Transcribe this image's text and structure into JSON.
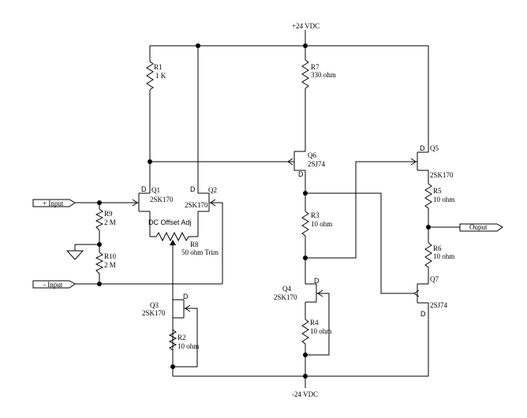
{
  "rails": {
    "positive": "+24 VDC",
    "negative": "-24 VDC"
  },
  "ports": {
    "plus_input": "+ Input",
    "minus_input": "- Input",
    "output": "Ouput"
  },
  "resistors": {
    "r1": {
      "ref": "R1",
      "value": "1 K"
    },
    "r2": {
      "ref": "R2",
      "value": "10 ohm"
    },
    "r3": {
      "ref": "R3",
      "value": "10 ohm"
    },
    "r4": {
      "ref": "R4",
      "value": "10 ohm"
    },
    "r5": {
      "ref": "R5",
      "value": "10 ohm"
    },
    "r6": {
      "ref": "R6",
      "value": "10 ohm"
    },
    "r7": {
      "ref": "R7",
      "value": "330 ohm"
    },
    "r8": {
      "ref": "R8",
      "value": "50 ohm Trim",
      "title": "DC Offset Adj"
    },
    "r9": {
      "ref": "R9",
      "value": "2 M"
    },
    "r10": {
      "ref": "R10",
      "value": "2 M"
    }
  },
  "transistors": {
    "q1": {
      "ref": "Q1",
      "part": "2SK170",
      "pin": "D"
    },
    "q2": {
      "ref": "Q2",
      "part": "2SK170",
      "pin": "D"
    },
    "q3": {
      "ref": "Q3",
      "part": "2SK170",
      "pin": "D"
    },
    "q4": {
      "ref": "Q4",
      "part": "2SK170",
      "pin": "D"
    },
    "q5": {
      "ref": "Q5",
      "part": "2SK170",
      "pin": "D"
    },
    "q6": {
      "ref": "Q6",
      "part": "2SJ74",
      "pin": "D"
    },
    "q7": {
      "ref": "Q7",
      "part": "2SJ74",
      "pin": "D"
    }
  }
}
